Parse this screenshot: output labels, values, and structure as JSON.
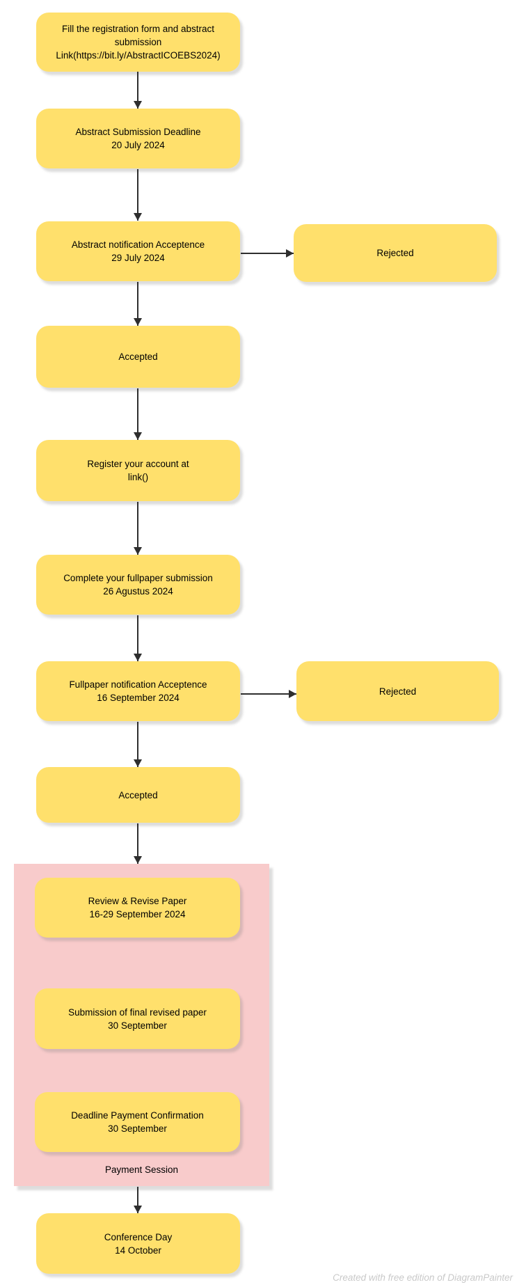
{
  "colors": {
    "node_fill": "#FFE06C",
    "payment_container_fill": "#F8CBCB",
    "arrow": "#2E2E2E",
    "text": "#000000",
    "watermark": "#C9C9C9"
  },
  "nodes": {
    "registration": {
      "line1": "Fill the registration form and abstract submission",
      "line2": "Link(https://bit.ly/AbstractICOEBS2024)"
    },
    "abstract_deadline": {
      "line1": "Abstract Submission Deadline",
      "line2": "20 July 2024"
    },
    "abstract_notification": {
      "line1": "Abstract notification Acceptence",
      "line2": "29 July 2024"
    },
    "rejected_abstract": {
      "line1": "Rejected"
    },
    "accepted_abstract": {
      "line1": "Accepted"
    },
    "register_account": {
      "line1": "Register your account at",
      "line2": "link()"
    },
    "fullpaper_submission": {
      "line1": "Complete your fullpaper submission",
      "line2": "26 Agustus 2024"
    },
    "fullpaper_notification": {
      "line1": "Fullpaper notification Acceptence",
      "line2": "16 September 2024"
    },
    "rejected_fullpaper": {
      "line1": "Rejected"
    },
    "accepted_fullpaper": {
      "line1": "Accepted"
    },
    "review_revise": {
      "line1": "Review & Revise Paper",
      "line2": "16-29 September 2024"
    },
    "final_revised": {
      "line1": "Submission of final revised paper",
      "line2": "30 September"
    },
    "payment_confirmation": {
      "line1": "Deadline Payment Confirmation",
      "line2": "30 September"
    },
    "conference_day": {
      "line1": "Conference Day",
      "line2": "14 October"
    }
  },
  "payment_session": {
    "label": "Payment Session"
  },
  "watermark": "Created with free edition of DiagramPainter"
}
